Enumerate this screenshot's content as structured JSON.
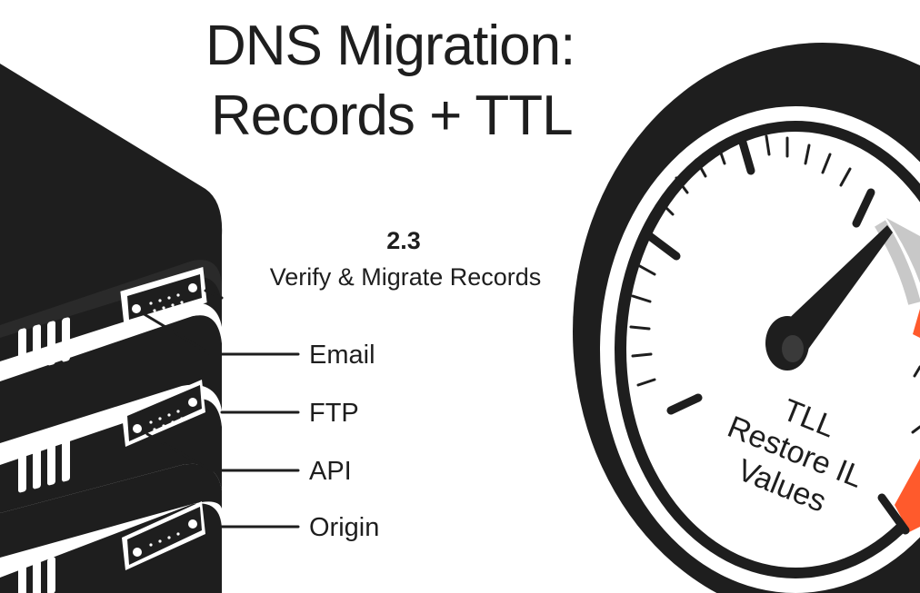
{
  "title": {
    "line1": "DNS Migration:",
    "line2": "Records + TTL"
  },
  "step": {
    "number": "2.3",
    "title": "Verify & Migrate Records"
  },
  "records": [
    "Email",
    "FTP",
    "API",
    "Origin"
  ],
  "gauge": {
    "line1": "TLL",
    "line2": "Restore IL",
    "line3": "Values"
  },
  "colors": {
    "ink": "#1e1e1e",
    "accent": "#ff5a2c",
    "zone_grey": "#c8c8c8",
    "background": "#ffffff"
  }
}
